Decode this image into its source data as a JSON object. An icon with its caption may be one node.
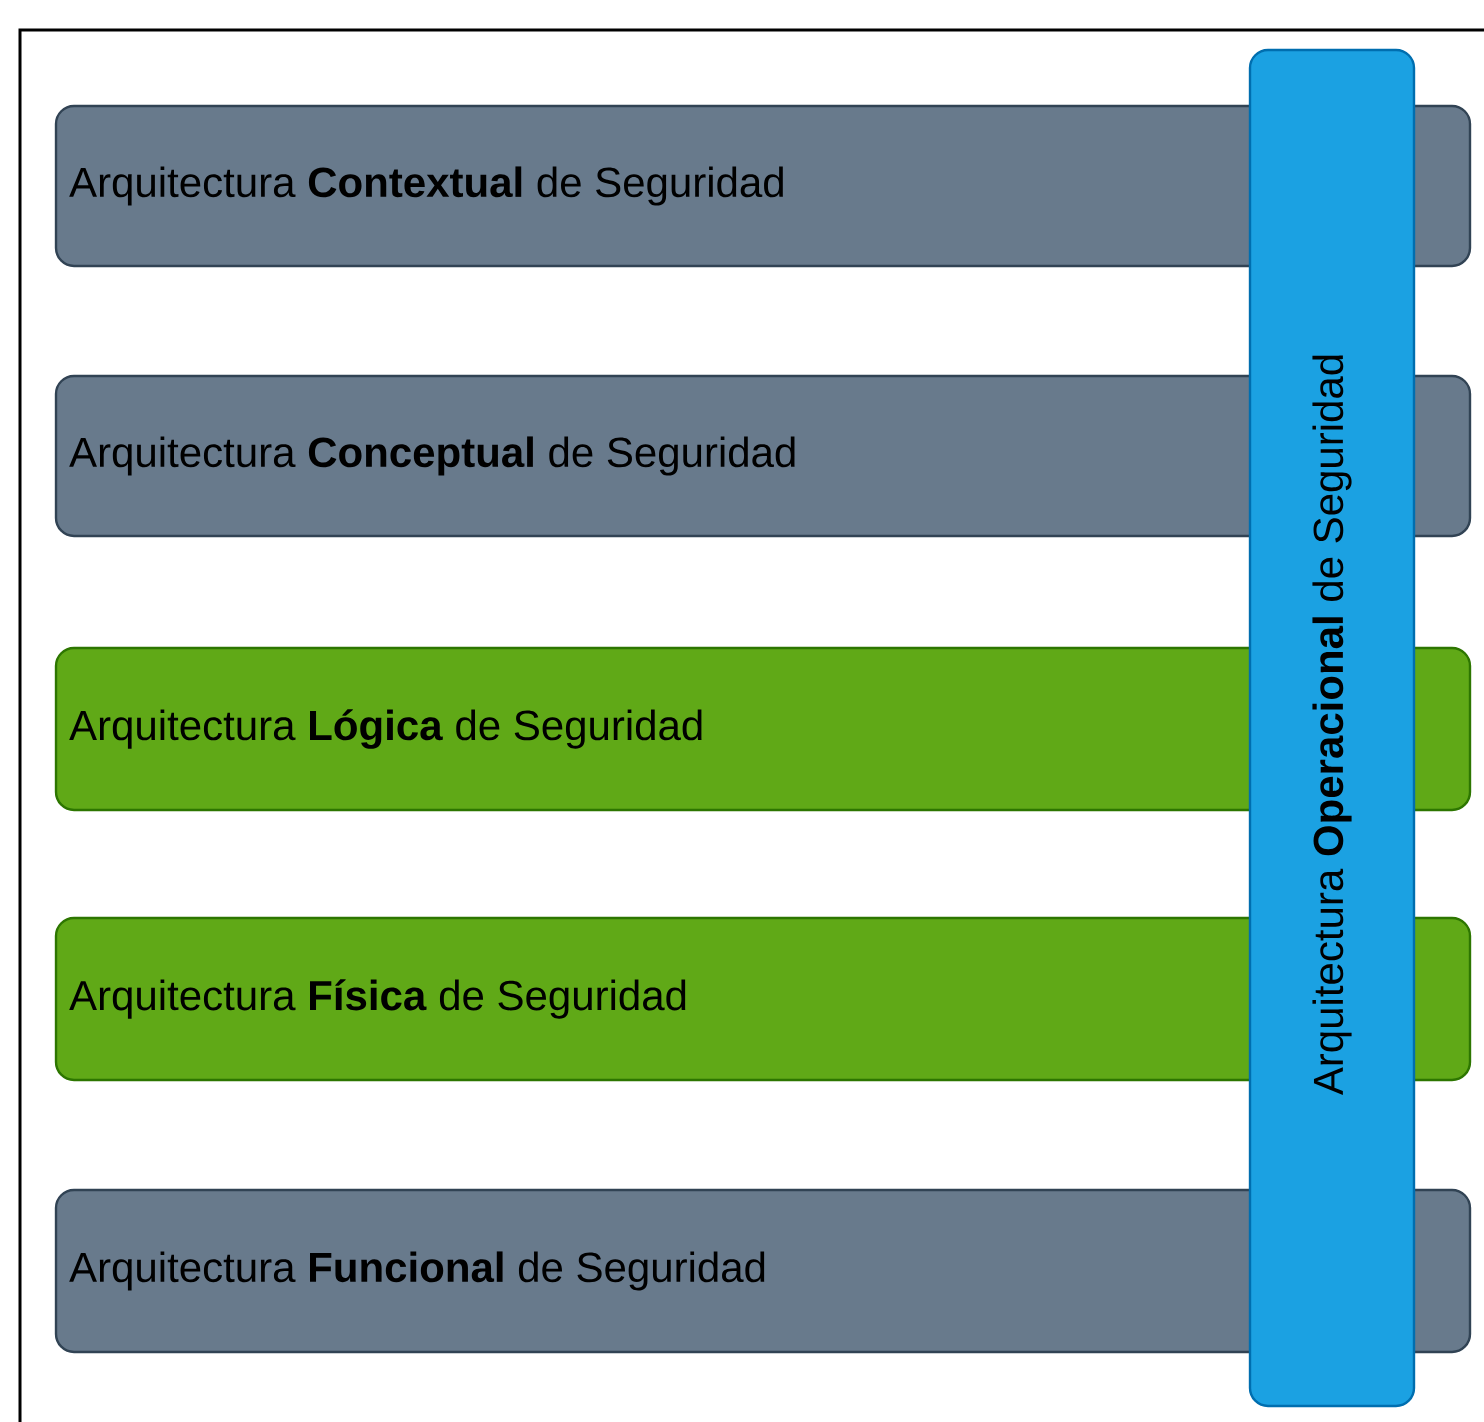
{
  "diagram": {
    "nodes": [
      {
        "text": [
          "Arquitectura **Contextual** de Seguridad"
        ]
      },
      {
        "text": [
          "Arquitectura **Conceptual** de Seguridad"
        ]
      },
      {
        "text": [
          "Arquitectura **Lógica** de Seguridad"
        ]
      },
      {
        "text": [
          "Arquitectura **Física** de Seguridad"
        ]
      },
      {
        "text": [
          "Arquitectura **Funcional** de Seguridad"
        ]
      },
      {
        "text": [
          "Arquitectura **Operacional** de Seguridad"
        ]
      }
    ]
  }
}
